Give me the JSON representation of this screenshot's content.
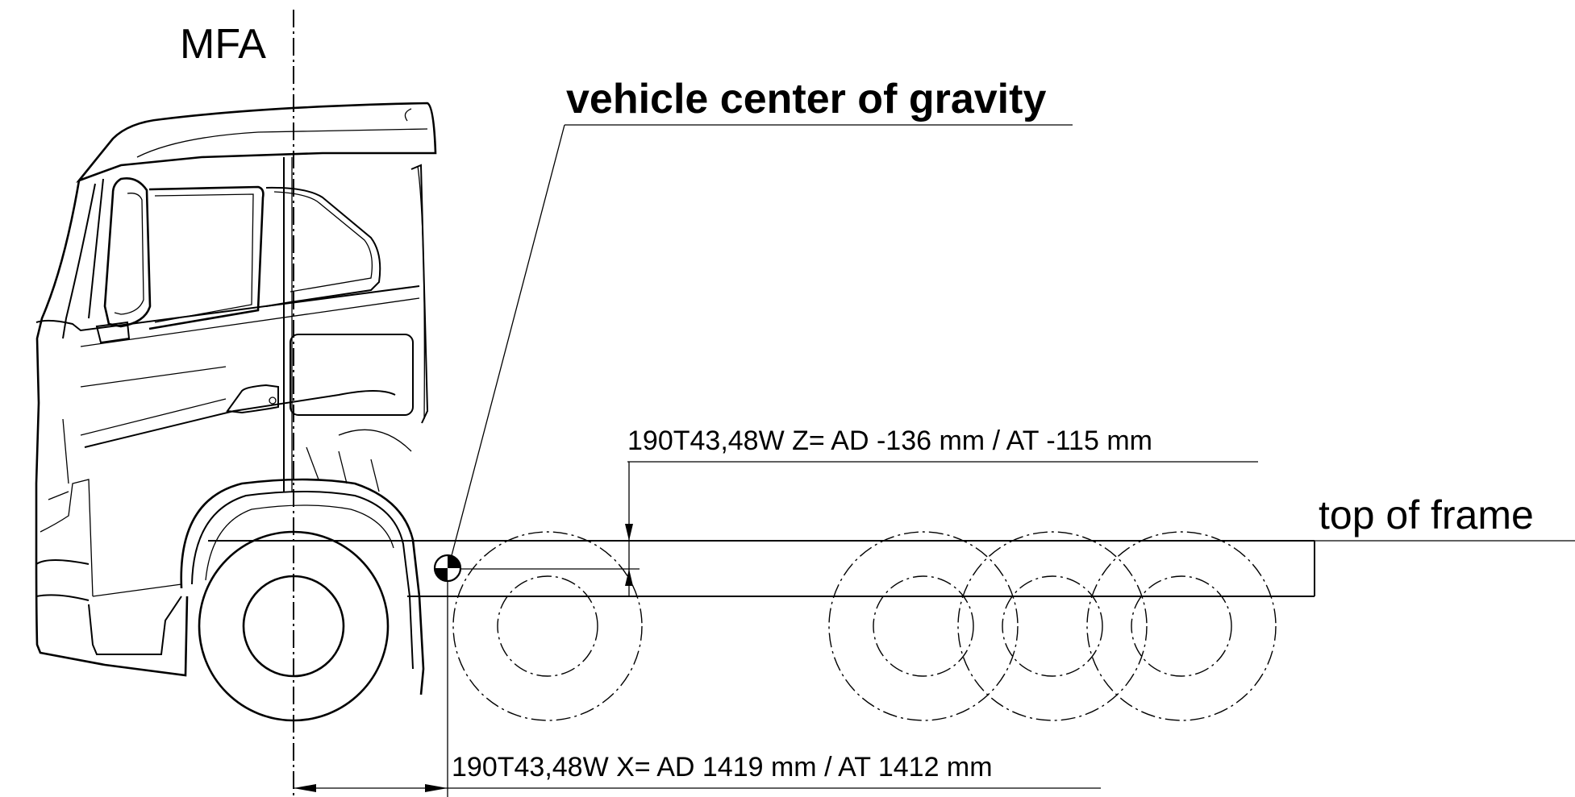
{
  "labels": {
    "mfa": "MFA",
    "cog_title": "vehicle center of gravity",
    "z_dimension": "190T43,48W  Z= AD -136 mm / AT -115 mm",
    "top_of_frame": "top of frame",
    "x_dimension": "190T43,48W  X= AD 1419 mm / AT 1412 mm"
  },
  "colors": {
    "line": "#000000",
    "background": "#ffffff"
  },
  "icons": {
    "center_of_gravity": "cog-symbol-icon"
  }
}
